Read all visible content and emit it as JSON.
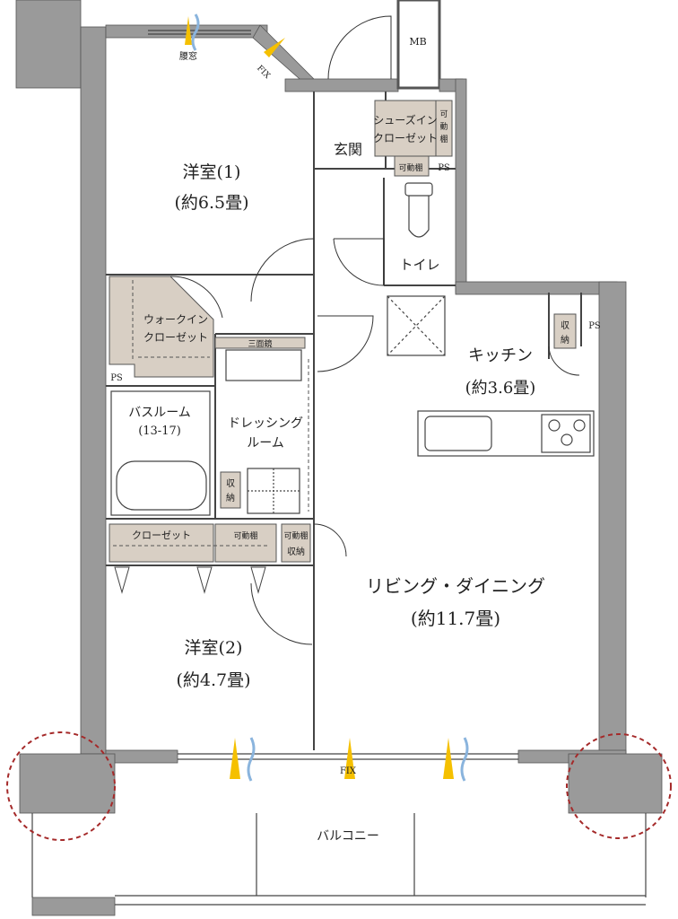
{
  "rooms": {
    "western1": {
      "name": "洋室(1)",
      "size": "(約6.5畳)"
    },
    "western2": {
      "name": "洋室(2)",
      "size": "(約4.7畳)"
    },
    "kitchen": {
      "name": "キッチン",
      "size": "(約3.6畳)"
    },
    "living": {
      "name": "リビング・ダイニング",
      "size": "(約11.7畳)"
    },
    "entrance": "玄関",
    "toilet": "トイレ",
    "bath": {
      "name": "バスルーム",
      "size": "(13-17)"
    },
    "dressing": {
      "line1": "ドレッシング",
      "line2": "ルーム"
    },
    "balcony": "バルコニー",
    "walkin": {
      "line1": "ウォークイン",
      "line2": "クローゼット"
    },
    "shoes": {
      "line1": "シューズイン",
      "line2": "クローゼット"
    },
    "closet": "クローゼット"
  },
  "labels": {
    "mb": "MB",
    "ps": "PS",
    "fix": "FIX",
    "koshimado": "腰窓",
    "sanmenkyo": "三面鏡",
    "kadoudana": "可動棚",
    "kadou_v1": "可",
    "kadou_v2": "動",
    "kadou_v3": "棚",
    "shuno_v1": "収",
    "shuno_v2": "納",
    "shuno": "収納"
  },
  "colors": {
    "wall": "#9a9a9a",
    "storage": "#d8cfc4",
    "accent_yellow": "#f5c000",
    "accent_blue": "#8ab4dd",
    "highlight_circle": "#a52a2a"
  }
}
